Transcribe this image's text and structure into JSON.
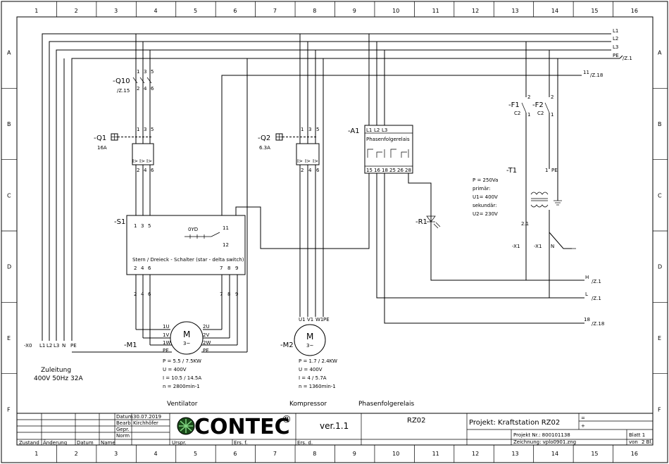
{
  "grid": {
    "columns": [
      "1",
      "2",
      "3",
      "4",
      "5",
      "6",
      "7",
      "8",
      "9",
      "10",
      "11",
      "12",
      "13",
      "14",
      "15",
      "16"
    ],
    "rows": [
      "A",
      "B",
      "C",
      "D",
      "E",
      "F"
    ]
  },
  "bus": {
    "L1": "L1",
    "L2": "L2",
    "L3": "L3",
    "PE": "PE",
    "PE_ref": "/Z.1",
    "line11": "11",
    "line11_ref": "/Z.18",
    "H": "H",
    "H_ref": "/Z.1",
    "L": "L",
    "L_ref": "/Z.1",
    "line18": "18",
    "line18_ref": "/Z.18"
  },
  "components": {
    "Q10": {
      "tag": "-Q10",
      "ref": "/Z.15",
      "top": [
        "1",
        "3",
        "5"
      ],
      "bottom": [
        "2",
        "4",
        "6"
      ]
    },
    "Q1": {
      "tag": "-Q1",
      "rating": "16A",
      "top": [
        "1",
        "3",
        "5"
      ],
      "contacts": [
        "I>",
        "I>",
        "I>"
      ],
      "bottom": [
        "2",
        "4",
        "6"
      ]
    },
    "Q2": {
      "tag": "-Q2",
      "rating": "6.3A",
      "top": [
        "1",
        "3",
        "5"
      ],
      "contacts": [
        "I>",
        "I>",
        "I>"
      ],
      "bottom": [
        "2",
        "4",
        "6"
      ]
    },
    "A1": {
      "tag": "-A1",
      "inputs": [
        "L1",
        "L2",
        "L3"
      ],
      "label": "Phasenfolgerelais",
      "outputs": [
        "15",
        "16",
        "18",
        "25",
        "26",
        "28"
      ]
    },
    "S1": {
      "tag": "-S1",
      "top": [
        "1",
        "3",
        "5"
      ],
      "switch": "0YD",
      "aux1": "11",
      "aux2": "12",
      "label": "Stern / Dreieck - Schalter (star - delta switch)",
      "bottom": [
        "2",
        "4",
        "6",
        "7",
        "8",
        "9"
      ]
    },
    "F1": {
      "tag": "-F1",
      "rating": "C2",
      "pin1": "2",
      "pin2": "1"
    },
    "F2": {
      "tag": "-F2",
      "rating": "C2",
      "pin1": "2",
      "pin2": "1"
    },
    "T1": {
      "tag": "-T1",
      "specs": [
        "P =  250Va",
        "primär:",
        "U1=  400V",
        "sekundär:",
        "U2=  230V"
      ],
      "pins": [
        "1",
        "PE",
        "2.1",
        "N"
      ]
    },
    "R1": {
      "tag": "-R1"
    },
    "X1": {
      "tag1": "-X1",
      "tag2": "-X1"
    },
    "X0": {
      "tag": "-X0",
      "terminals": [
        "L1",
        "L2",
        "L3",
        "N",
        "PE"
      ]
    },
    "M1": {
      "tag": "-M1",
      "symbol": "M",
      "phase": "3~",
      "left": [
        "1U",
        "1V",
        "1W",
        "PE"
      ],
      "right": [
        "2U",
        "2V",
        "2W",
        "PE"
      ],
      "data": [
        "P = 5.5 / 7.5KW",
        "U = 400V",
        "I = 10.5 / 14.5A",
        "n = 2800min-1"
      ],
      "caption": "Ventilator"
    },
    "M2": {
      "tag": "-M2",
      "symbol": "M",
      "phase": "3~",
      "top": [
        "U1",
        "V1",
        "W1",
        "PE"
      ],
      "data": [
        "P = 1.7 / 2.4KW",
        "U = 400V",
        "I = 4 / 5.7A",
        "n = 1360min-1"
      ],
      "caption": "Kompressor"
    },
    "A1caption": "Phasenfolgerelais"
  },
  "supply": {
    "line1": "Zuleitung",
    "line2": "400V 50Hz 32A"
  },
  "titleblock": {
    "rows": [
      {
        "label": "Datum",
        "value": "30.07.2019"
      },
      {
        "label": "Bearb.",
        "value": "Kirchhöfer"
      },
      {
        "label": "Gepr.",
        "value": ""
      },
      {
        "label": "Norm",
        "value": ""
      }
    ],
    "footer": [
      "Zustand",
      "Änderung",
      "Datum",
      "Name"
    ],
    "footer2": [
      "Urspr.",
      "Ers. f.",
      "Ers. d."
    ],
    "logo": "CONTEC",
    "registered": "®",
    "version": "ver.1.1",
    "center": "RZ02",
    "project": "Projekt: Kraftstation RZ02",
    "plus": "+",
    "eq": "=",
    "projNr": "Projekt Nr.: 800101138",
    "drawing": "Zeichnung:  vplo0901.zng",
    "sheet": "Blatt 1",
    "von": "von",
    "bl": "2 Bl."
  }
}
